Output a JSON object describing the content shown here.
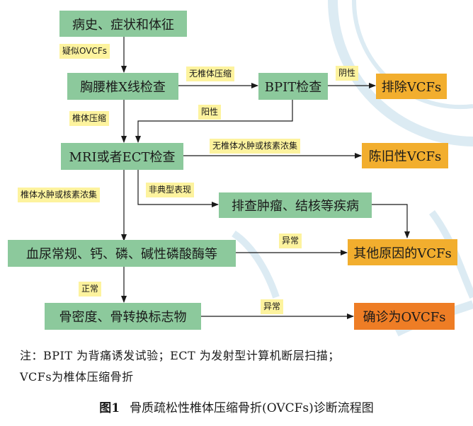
{
  "nodes": {
    "history": "病史、症状和体征",
    "xray": "胸腰椎X线检查",
    "bpit": "BPIT检查",
    "exclude": "排除VCFs",
    "mri": "MRI或者ECT检查",
    "old": "陈旧性VCFs",
    "tumor": "排查肿瘤、结核等疾病",
    "blood": "血尿常规、钙、磷、碱性磷酸酶等",
    "other": "其他原因的VCFs",
    "bone": "骨密度、骨转换标志物",
    "confirm": "确诊为OVCFs"
  },
  "edge_labels": {
    "suspect": "疑似OVCFs",
    "no_compression": "无椎体压缩",
    "bpit_negative": "阴性",
    "compression": "椎体压缩",
    "bpit_positive": "阳性",
    "no_edema": "无椎体水肿或核素浓集",
    "edema": "椎体水肿或核素浓集",
    "atypical": "非典型表现",
    "blood_abnormal": "异常",
    "normal": "正常",
    "bone_abnormal": "异常"
  },
  "note_line1": "注：BPIT 为背痛诱发试验；ECT 为发射型计算机断层扫描；",
  "note_line2": "VCFs为椎体压缩骨折",
  "caption": {
    "figure": "图1",
    "title": "骨质疏松性椎体压缩骨折(OVCFs)诊断流程图"
  },
  "colors": {
    "node_green": "#8cc99c",
    "node_orange": "#f2ae2e",
    "node_dark_orange": "#ee7d25",
    "label_yellow": "#fdf39e",
    "watermark": "#dcebf3"
  }
}
